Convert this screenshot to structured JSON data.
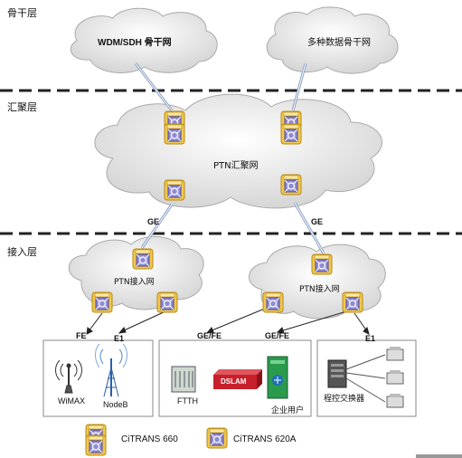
{
  "layers": {
    "backbone": "骨干层",
    "aggregation": "汇聚层",
    "access": "接入层"
  },
  "clouds": {
    "wdm": "WDM/SDH 骨干网",
    "multi": "多种数据骨干网",
    "ptn_agg": "PTN汇聚网",
    "ptn_access_left": "PTN接入网",
    "ptn_access_right": "PTN接入网"
  },
  "links": {
    "ge_left": "GE",
    "ge_right": "GE",
    "fe_left": "FE",
    "e1_left": "E1",
    "gefe_mid": "GE/FE",
    "gefe_right": "GE/FE",
    "e1_right": "E1"
  },
  "endpoints": {
    "wimax": "WiMAX",
    "nodeb": "NodeB",
    "ftth": "FTTH",
    "dslam": "DSLAM",
    "enterprise": "企业用户",
    "pbx": "程控交换器"
  },
  "legend": {
    "item1": "CiTRANS 660",
    "item2": "CiTRANS 620A"
  },
  "colors": {
    "device_frame": "#f2c84b",
    "device_face": "#8f8bd6",
    "cloud_fill": "#efefef",
    "dslam_red": "#c8202a",
    "server_green": "#2a9a4c"
  }
}
